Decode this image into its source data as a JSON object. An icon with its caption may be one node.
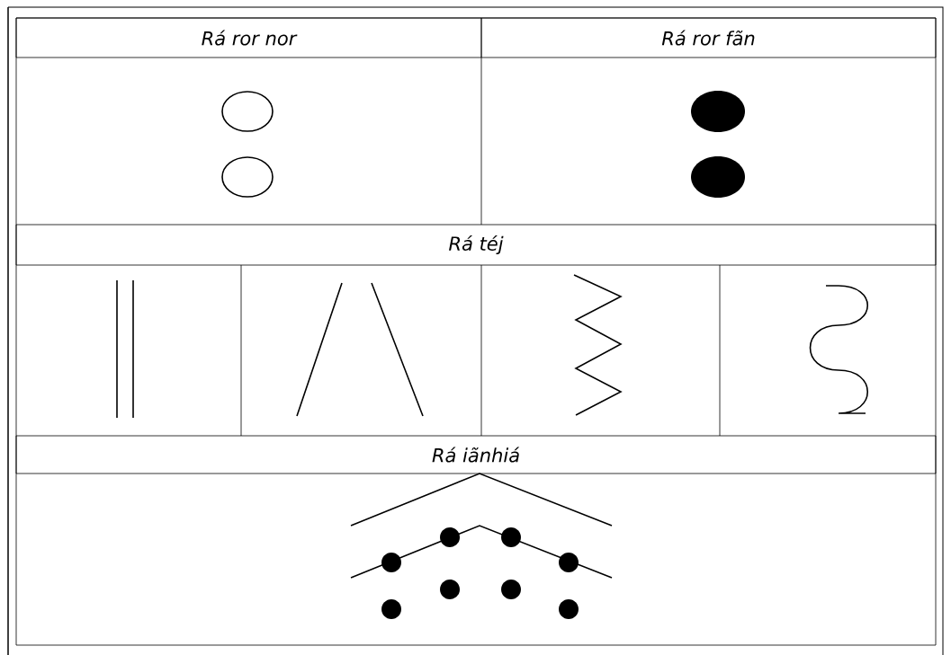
{
  "diagram": {
    "labels": [
      "Rá ror nor",
      "Rá ror fãn",
      "Rá téj",
      "Rá iãnhiá"
    ]
  }
}
